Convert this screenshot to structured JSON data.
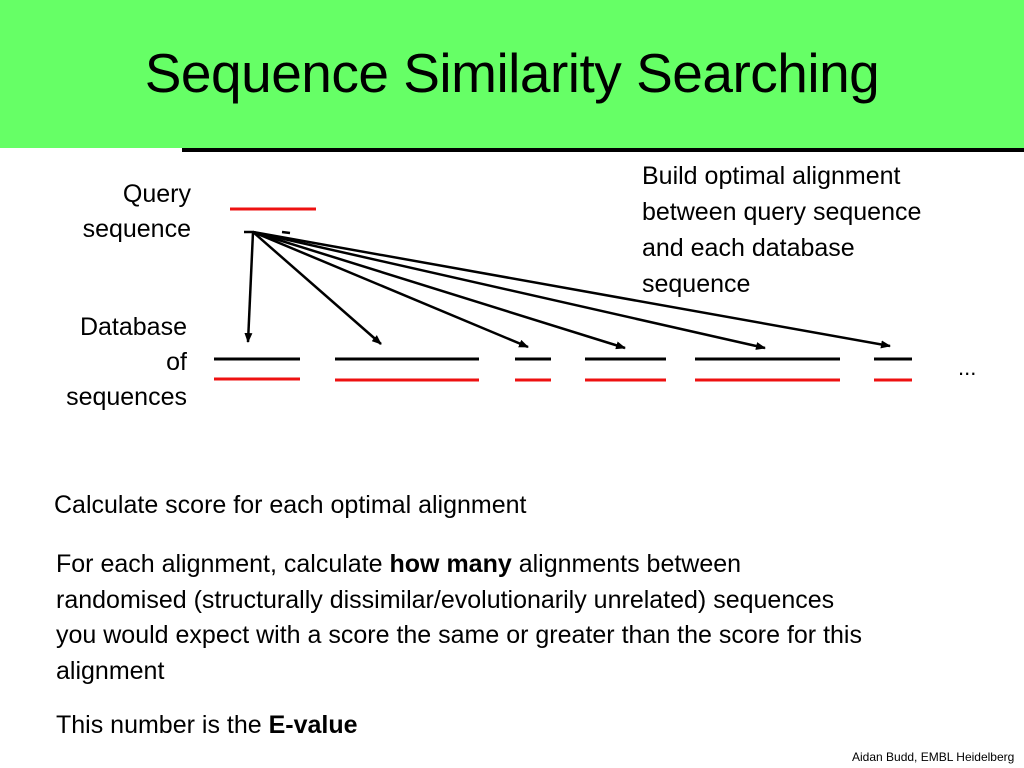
{
  "slide": {
    "title": "Sequence Similarity Searching",
    "query_label_line1": "Query",
    "query_label_line2": "sequence",
    "db_label_line1": "Database",
    "db_label_line2": "of",
    "db_label_line3": "sequences",
    "build_line1": "Build optimal alignment",
    "build_line2": "between query sequence",
    "build_line3": "and each database",
    "build_line4": "sequence",
    "ellipsis": "...",
    "calc_score": "Calculate score for each optimal alignment",
    "for_each_line1_pre": "For each alignment, calculate ",
    "for_each_line1_bold": "how many",
    "for_each_line1_post": " alignments between",
    "for_each_line2": "randomised (structurally dissimilar/evolutionarily unrelated) sequences",
    "for_each_line3": "you would expect with a score the same or greater than the score for this",
    "for_each_line4": "alignment",
    "evalue_pre": "This number is the ",
    "evalue_bold": "E-value",
    "credit": "Aidan Budd, EMBL Heidelberg"
  },
  "colors": {
    "title_background": "#66ff66",
    "query_sequence": "#ee1111",
    "database_sequence_top": "#000000",
    "database_sequence_bottom": "#ee1111",
    "arrows": "#000000"
  }
}
